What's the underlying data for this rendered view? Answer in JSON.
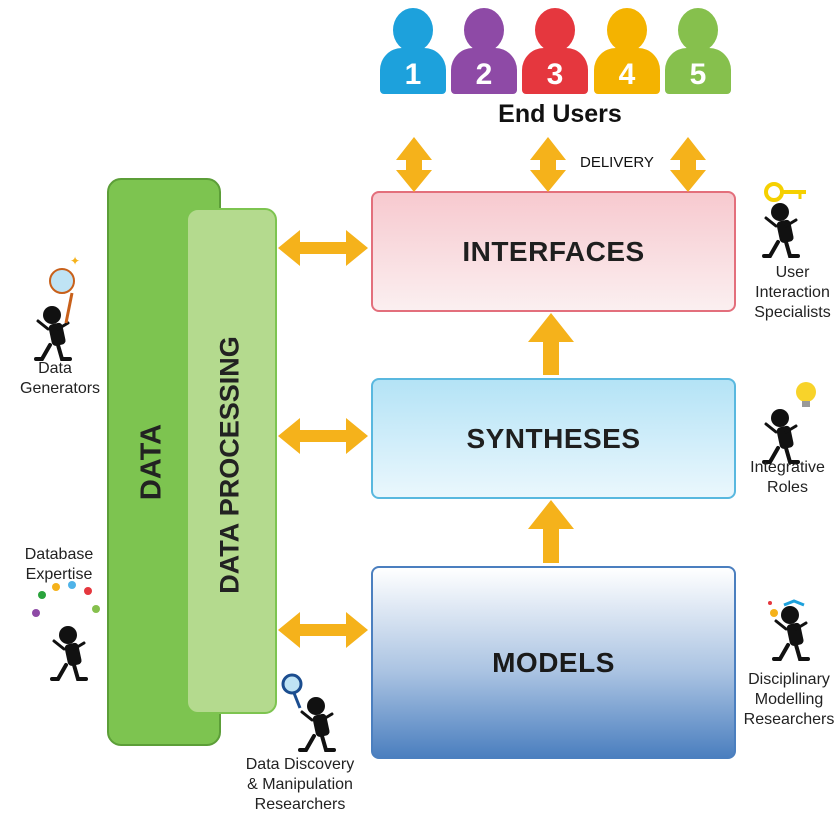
{
  "end_users": {
    "label": "End Users",
    "users": [
      {
        "number": "1",
        "color": "#1da1dc"
      },
      {
        "number": "2",
        "color": "#8e4aa6"
      },
      {
        "number": "3",
        "color": "#e5373e"
      },
      {
        "number": "4",
        "color": "#f4b300"
      },
      {
        "number": "5",
        "color": "#86c04d"
      }
    ]
  },
  "delivery_label": "DELIVERY",
  "layers": {
    "interfaces": "INTERFACES",
    "syntheses": "SYNTHESES",
    "models": "MODELS"
  },
  "columns": {
    "data": "DATA",
    "data_processing": "DATA PROCESSING"
  },
  "roles": {
    "data_generators": [
      "Data",
      "Generators"
    ],
    "database_expertise": [
      "Database",
      "Expertise"
    ],
    "data_discovery": [
      "Data Discovery",
      "& Manipulation",
      "Researchers"
    ],
    "user_interaction": [
      "User",
      "Interaction",
      "Specialists"
    ],
    "integrative": [
      "Integrative",
      "Roles"
    ],
    "disciplinary": [
      "Disciplinary",
      "Modelling",
      "Researchers"
    ]
  },
  "colors": {
    "arrow": "#f5b21b",
    "data_column": "#7dc450",
    "processing_column": "#b4da8e",
    "interfaces_border": "#e36f7c",
    "syntheses_border": "#59b8df",
    "models_border": "#4b7fbf"
  }
}
